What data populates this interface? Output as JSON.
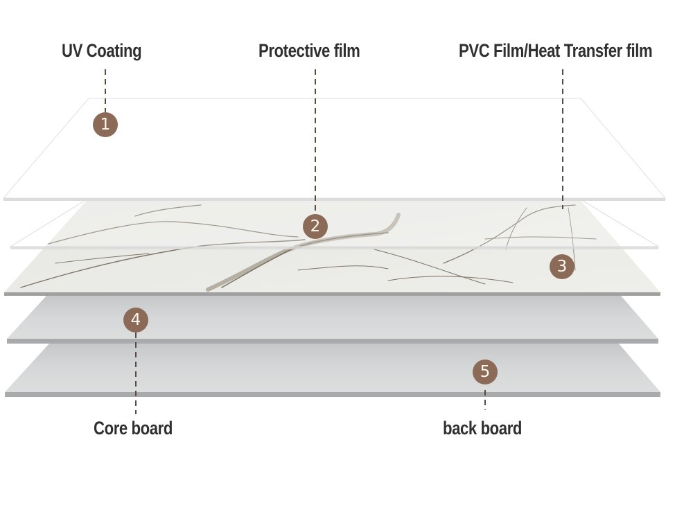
{
  "title": "Layer structure diagram",
  "colors": {
    "marker": "#8c6a58",
    "leader_line": "#5a4a44",
    "label_text": "#2f2f2f",
    "board_gray": "#d2d3d4",
    "board_edge": "#a9aaab",
    "marble_base": "#e9eae6",
    "marble_vein": "#7d7566"
  },
  "layers": [
    {
      "number": "1",
      "label": "UV Coating",
      "type": "transparent-film"
    },
    {
      "number": "2",
      "label": "Protective film",
      "type": "transparent-film"
    },
    {
      "number": "3",
      "label": "PVC Film/Heat Transfer film",
      "type": "marble-decor"
    },
    {
      "number": "4",
      "label": "Core board",
      "type": "solid-board"
    },
    {
      "number": "5",
      "label": "back board",
      "type": "solid-board"
    }
  ],
  "labels": {
    "top": [
      "UV Coating",
      "Protective film",
      "PVC Film/Heat Transfer film"
    ],
    "bottom": [
      "Core board",
      "back board"
    ]
  },
  "markers": [
    "1",
    "2",
    "3",
    "4",
    "5"
  ]
}
